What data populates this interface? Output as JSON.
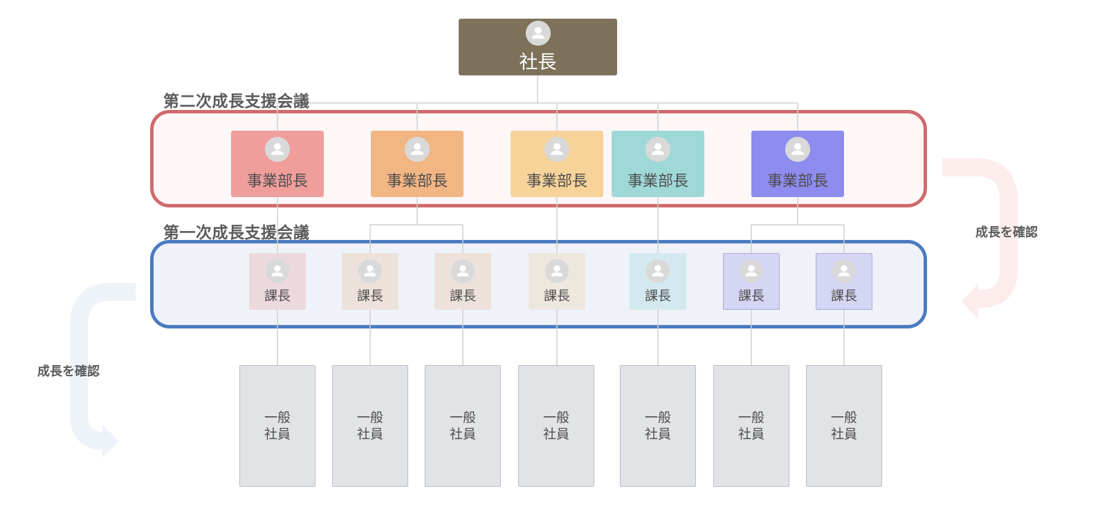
{
  "groups": {
    "second_meeting": {
      "title": "第二次成長支援会議",
      "border_color": "#d06b6b"
    },
    "first_meeting": {
      "title": "第一次成長支援会議",
      "border_color": "#4a7bbf"
    }
  },
  "side_labels": {
    "right": "成長を確認",
    "left": "成長を確認"
  },
  "ceo": {
    "label": "社長",
    "color": "#7d7259",
    "icon": "user-avatar-icon"
  },
  "division_heads": [
    {
      "label": "事業部長",
      "color": "#f09e9c"
    },
    {
      "label": "事業部長",
      "color": "#f2b584"
    },
    {
      "label": "事業部長",
      "color": "#f7d39a"
    },
    {
      "label": "事業部長",
      "color": "#9ed9d8"
    },
    {
      "label": "事業部長",
      "color": "#8e8cef"
    }
  ],
  "section_managers": [
    {
      "label": "課長",
      "color": "#ecd9dd"
    },
    {
      "label": "課長",
      "color": "#ede1dc"
    },
    {
      "label": "課長",
      "color": "#ede1dc"
    },
    {
      "label": "課長",
      "color": "#eee7df"
    },
    {
      "label": "課長",
      "color": "#d4e9ef"
    },
    {
      "label": "課長",
      "color": "#d4d6f4"
    },
    {
      "label": "課長",
      "color": "#d4d6f4"
    }
  ],
  "employees": [
    {
      "label": "一般\n社員"
    },
    {
      "label": "一般\n社員"
    },
    {
      "label": "一般\n社員"
    },
    {
      "label": "一般\n社員"
    },
    {
      "label": "一般\n社員"
    },
    {
      "label": "一般\n社員"
    },
    {
      "label": "一般\n社員"
    }
  ]
}
